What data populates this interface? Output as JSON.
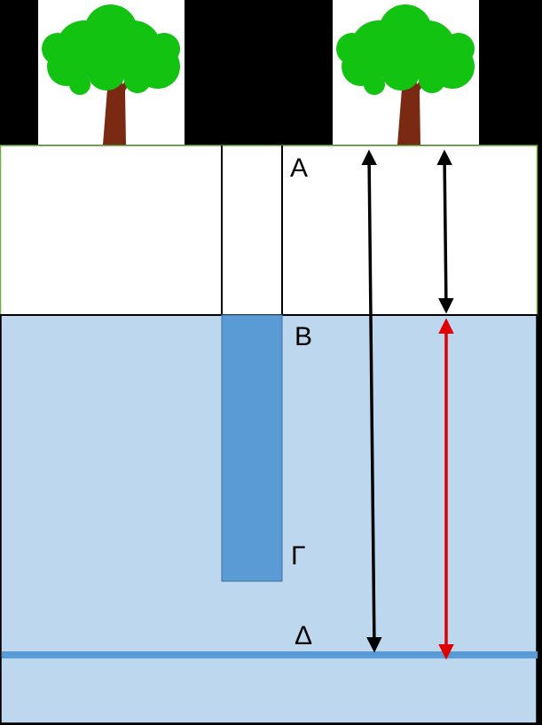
{
  "diagram": {
    "labels": {
      "a": "Α",
      "b": "Β",
      "c": "Γ",
      "d": "Δ"
    },
    "colors": {
      "background": "#000000",
      "soil": "#ffffff",
      "water": "#bdd7ee",
      "well": "#5b9bd5",
      "water_table_line": "#5b9bd5",
      "arrow_black": "#000000",
      "arrow_red": "#e00000",
      "foliage": "#12c312",
      "trunk": "#7a2a12"
    },
    "icons": [
      "tree-icon",
      "tree-icon"
    ]
  }
}
